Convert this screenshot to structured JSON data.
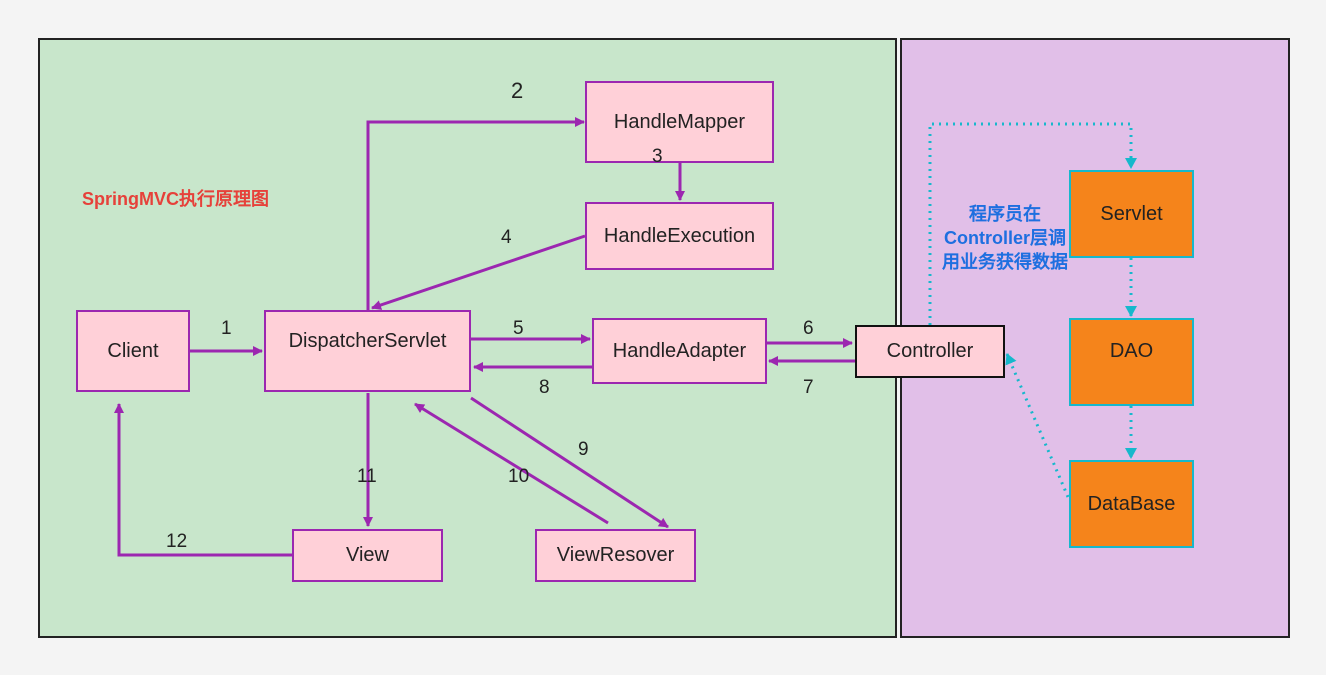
{
  "title": "SpringMVC执行原理图",
  "note": [
    "程序员在",
    "Controller层调",
    "用业务获得数据"
  ],
  "nodes": {
    "client": "Client",
    "dispatcher": "DispatcherServlet",
    "mapper": "HandleMapper",
    "execution": "HandleExecution",
    "adapter": "HandleAdapter",
    "controller": "Controller",
    "view": "View",
    "resolver": "ViewResover",
    "servlet": "Servlet",
    "dao": "DAO",
    "database": "DataBase"
  },
  "steps": [
    "1",
    "2",
    "3",
    "4",
    "5",
    "6",
    "7",
    "8",
    "9",
    "10",
    "11",
    "12"
  ],
  "colors": {
    "flow": "#9c27b0",
    "dotted": "#16b8cc",
    "title": "#e6413a",
    "note": "#1e6fe0"
  }
}
